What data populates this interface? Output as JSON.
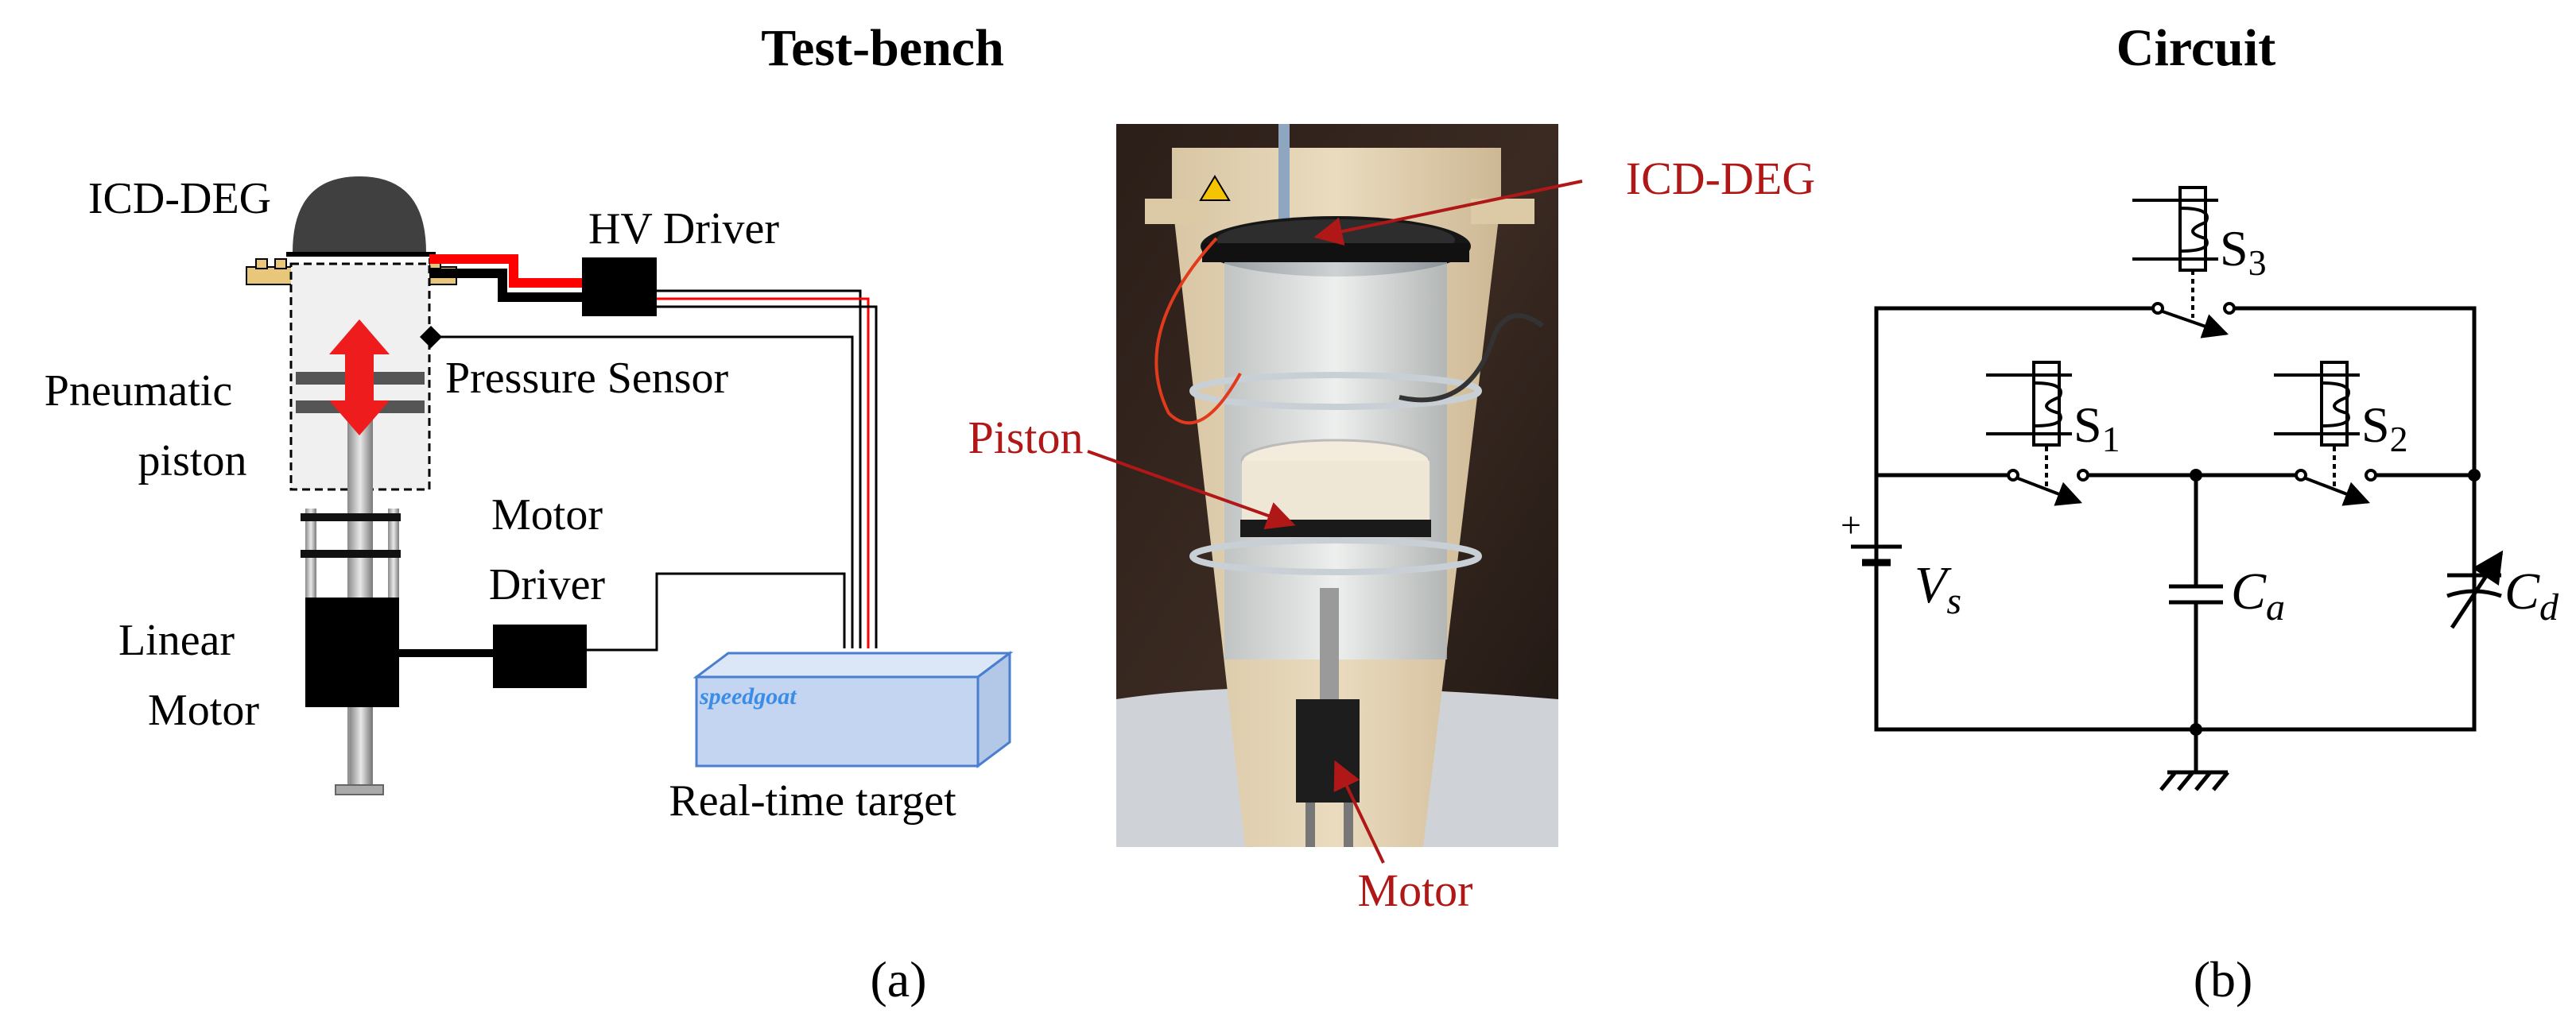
{
  "titles": {
    "testbench": "Test-bench",
    "circuit": "Circuit"
  },
  "schematic": {
    "icd_deg": "ICD-DEG",
    "hv_driver": "HV Driver",
    "pressure_sensor": "Pressure Sensor",
    "pneumatic_line1": "Pneumatic",
    "pneumatic_line2": "piston",
    "motor_driver_line1": "Motor",
    "motor_driver_line2": "Driver",
    "linear_motor_line1": "Linear",
    "linear_motor_line2": "Motor",
    "speedgoat_logo": "speedgoat",
    "realtime_target": "Real-time target"
  },
  "photo": {
    "icd_deg": "ICD-DEG",
    "piston": "Piston",
    "motor": "Motor"
  },
  "circuit": {
    "s1": "S",
    "s1_sub": "1",
    "s2": "S",
    "s2_sub": "2",
    "s3": "S",
    "s3_sub": "3",
    "vs": "V",
    "vs_sub": "s",
    "ca": "C",
    "ca_sub": "a",
    "cd": "C",
    "cd_sub": "d",
    "plus": "+"
  },
  "captions": {
    "a": "(a)",
    "b": "(b)"
  },
  "colors": {
    "annotation_red": "#b01818",
    "wire_red": "#ff0000",
    "target_blue": "#4a7fd0"
  }
}
